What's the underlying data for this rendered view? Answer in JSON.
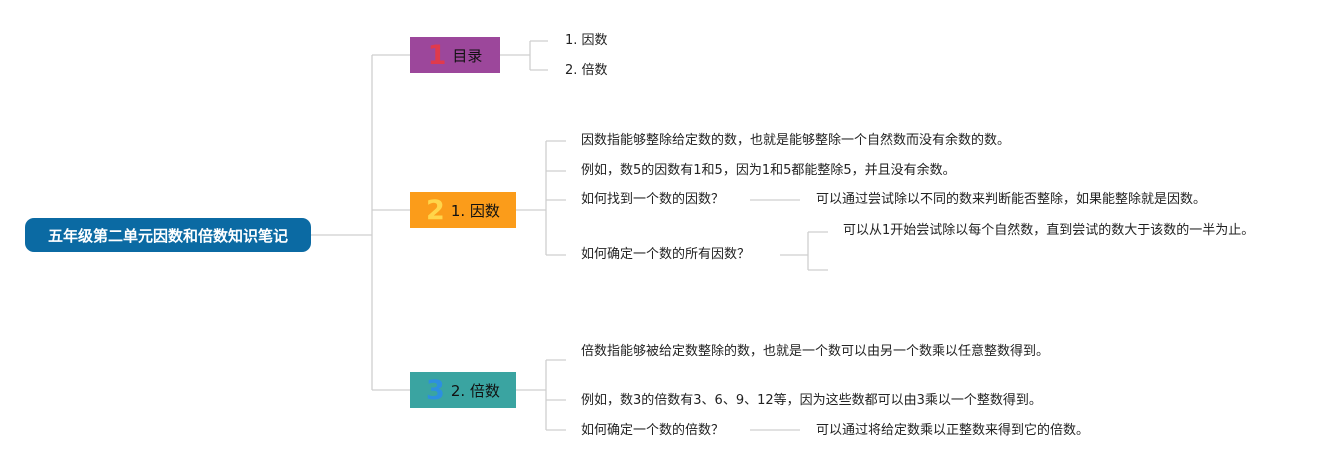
{
  "root": {
    "title": "五年级第二单元因数和倍数知识笔记"
  },
  "branches": [
    {
      "number": "1",
      "label": "目录",
      "leaves": [
        "1. 因数",
        "2. 倍数"
      ]
    },
    {
      "number": "2",
      "label": "1. 因数",
      "leaves": [
        "因数指能够整除给定数的数，也就是能够整除一个自然数而没有余数的数。",
        "例如，数5的因数有1和5，因为1和5都能整除5，并且没有余数。",
        "如何找到一个数的因数？",
        "如何确定一个数的所有因数？"
      ],
      "sub": [
        "可以通过尝试除以不同的数来判断能否整除，如果能整除就是因数。",
        "可以从1开始尝试除以每个自然数，直到尝试的数大于该数的一半为止。"
      ]
    },
    {
      "number": "3",
      "label": "2. 倍数",
      "leaves": [
        "倍数指能够被给定数整除的数，也就是一个数可以由另一个数乘以任意整数得到。",
        "例如，数3的倍数有3、6、9、12等，因为这些数都可以由3乘以一个整数得到。",
        "如何确定一个数的倍数？"
      ],
      "sub": [
        "可以通过将给定数乘以正整数来得到它的倍数。"
      ]
    }
  ]
}
